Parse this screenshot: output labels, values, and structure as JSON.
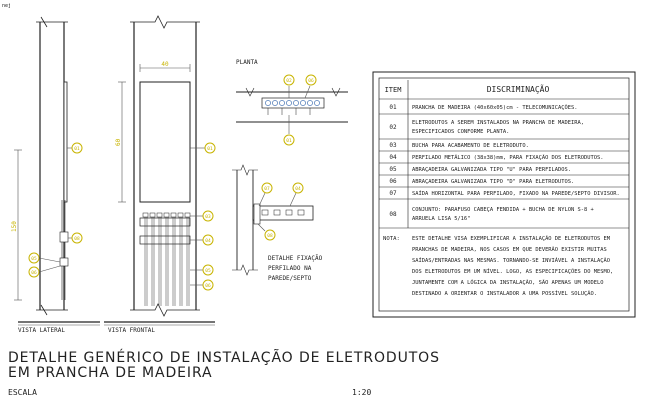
{
  "corner_tag": "nej",
  "views": {
    "lateral_label": "VISTA LATERAL",
    "frontal_label": "VISTA FRONTAL",
    "planta_label": "PLANTA",
    "dim_width": "40",
    "dim_height_front": "60",
    "dim_height_side": "150",
    "detail_note": [
      "DETALHE FIXAÇÃO",
      "PERFILADO NA",
      "PAREDE/SEPTO"
    ]
  },
  "callouts": [
    "01",
    "02",
    "03",
    "04",
    "05",
    "06",
    "07",
    "08"
  ],
  "table": {
    "header_item": "ITEM",
    "header_desc": "DISCRIMINAÇÃO",
    "rows": [
      {
        "item": "01",
        "lines": [
          "PRANCHA DE MADEIRA (40x60x05)cm - TELECOMUNICAÇÕES."
        ]
      },
      {
        "item": "02",
        "lines": [
          "ELETRODUTOS A SEREM INSTALADOS NA PRANCHA DE MADEIRA,",
          "ESPECIFICADOS CONFORME PLANTA."
        ]
      },
      {
        "item": "03",
        "lines": [
          "BUCHA PARA ACABAMENTO DE ELETRODUTO."
        ]
      },
      {
        "item": "04",
        "lines": [
          "PERFILADO METÁLICO (38x38)mm, PARA FIXAÇÃO DOS ELETRODUTOS."
        ]
      },
      {
        "item": "05",
        "lines": [
          "ABRAÇADEIRA GALVANIZADA TIPO \"U\" PARA PERFILADOS."
        ]
      },
      {
        "item": "06",
        "lines": [
          "ABRAÇADEIRA GALVANIZADA TIPO \"D\" PARA ELETRODUTOS."
        ]
      },
      {
        "item": "07",
        "lines": [
          "SAÍDA HORIZONTAL PARA PERFILADO, FIXADO NA PAREDE/SEPTO DIVISOR."
        ]
      },
      {
        "item": "08",
        "lines": [
          "CONJUNTO: PARAFUSO CABEÇA FENDIDA + BUCHA DE NYLON S-8 +",
          "ARRUELA LISA 5/16\""
        ]
      }
    ],
    "note_label": "NOTA:",
    "note_lines": [
      "ESTE DETALHE VISA EXEMPLIFICAR A INSTALAÇÃO DE ELETRODUTOS EM",
      "PRANCHAS DE MADEIRA, NOS CASOS EM QUE DEVERÃO EXISTIR MUITAS",
      "SAÍDAS/ENTRADAS NAS MESMAS. TORNANDO-SE INVIÁVEL A INSTALAÇÃO",
      "DOS ELETRODUTOS EM UM NÍVEL. LOGO, AS ESPECIFICAÇÕES DO MESMO,",
      "JUNTAMENTE COM A LÓGICA DA INSTALAÇÃO, SÃO APENAS UM MODELO",
      "DESTINADO A ORIENTAR O INSTALADOR A UMA POSSÍVEL SOLUÇÃO."
    ]
  },
  "title_lines": [
    "DETALHE GENÉRICO DE INSTALAÇÃO DE ELETRODUTOS",
    "EM PRANCHA DE MADEIRA"
  ],
  "scale_label": "ESCALA",
  "scale_value": "1:20"
}
